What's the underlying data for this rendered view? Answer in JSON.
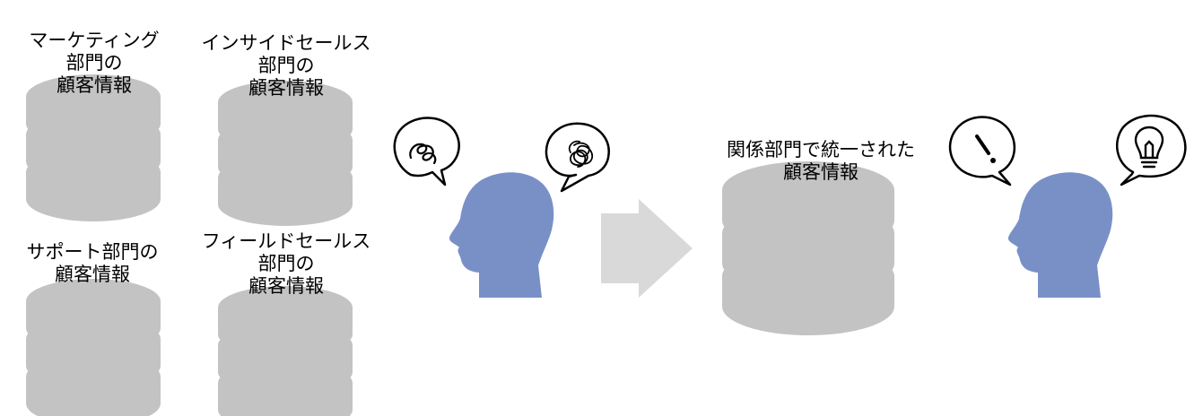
{
  "colors": {
    "database": "#c3c3c3",
    "head": "#7990c7",
    "arrow": "#d9d9d9",
    "bubble_stroke": "#000000",
    "bubble_fill": "#ffffff"
  },
  "databases": [
    {
      "lines": [
        "マーケティング",
        "部門の",
        "顧客情報"
      ]
    },
    {
      "lines": [
        "インサイドセールス",
        "部門の",
        "顧客情報"
      ]
    },
    {
      "lines": [
        "サポート部門の",
        "顧客情報"
      ]
    },
    {
      "lines": [
        "フィールドセールス",
        "部門の",
        "顧客情報"
      ]
    }
  ],
  "unified_database": {
    "lines": [
      "関係部門で統一された",
      "顧客情報"
    ]
  },
  "icons": {
    "before_bubble_left": "scribble-icon",
    "before_bubble_right": "tangle-icon",
    "after_bubble_left": "exclamation-icon",
    "after_bubble_right": "lightbulb-icon",
    "transition": "right-arrow-icon"
  }
}
